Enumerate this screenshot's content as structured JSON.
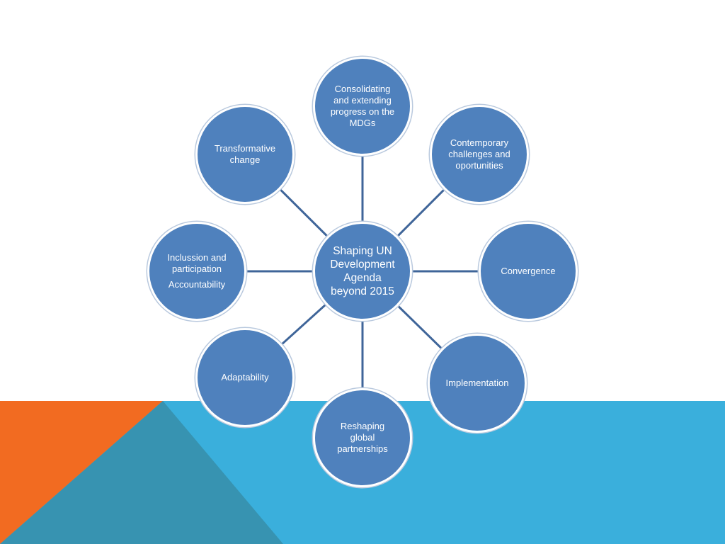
{
  "colors": {
    "node_fill": "#4f81bd",
    "node_border": "#ffffff",
    "connector": "#3f6599",
    "band_blue": "#3aafdc",
    "band_orange": "#f26b21",
    "band_teal": "#3793b1"
  },
  "hub": {
    "lines": [
      "Shaping UN",
      "Development",
      "Agenda",
      "beyond 2015"
    ]
  },
  "spokes": [
    {
      "id": "top",
      "lines": [
        "Consolidating",
        "and extending",
        "progress on the",
        "MDGs"
      ]
    },
    {
      "id": "top-right",
      "lines": [
        "Contemporary",
        "challenges and",
        "oportunities"
      ]
    },
    {
      "id": "right",
      "lines": [
        "Convergence"
      ]
    },
    {
      "id": "bottom-right",
      "lines": [
        "Implementation"
      ]
    },
    {
      "id": "bottom",
      "lines": [
        "Reshaping",
        "global",
        "partnerships"
      ]
    },
    {
      "id": "bottom-left",
      "lines": [
        "Adaptability"
      ]
    },
    {
      "id": "left",
      "lines": [
        "Inclussion and",
        "participation"
      ],
      "extra": "Accountability"
    },
    {
      "id": "top-left",
      "lines": [
        "Transformative",
        "change"
      ]
    }
  ]
}
